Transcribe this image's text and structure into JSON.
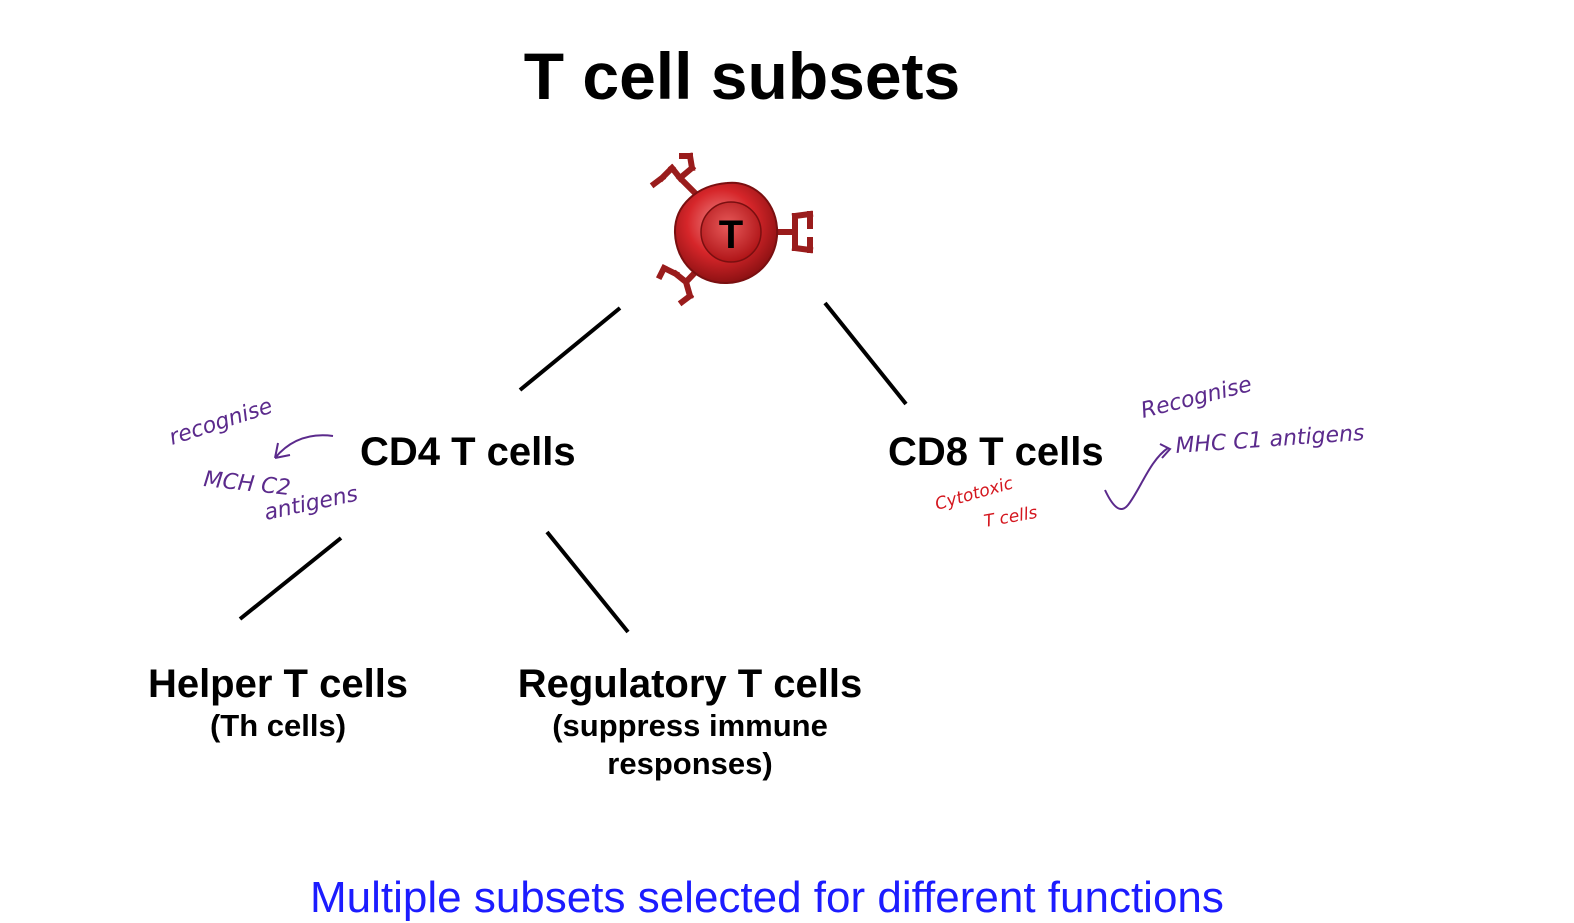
{
  "slide": {
    "title": "T cell subsets",
    "cell_label": "T",
    "footer": "Multiple subsets selected for different functions"
  },
  "nodes": {
    "cd4": {
      "label": "CD4 T cells"
    },
    "cd8": {
      "label": "CD8 T cells"
    },
    "helper": {
      "label": "Helper T cells",
      "sub": "(Th cells)"
    },
    "regulatory": {
      "label": "Regulatory T cells",
      "sub_line1": "(suppress immune",
      "sub_line2": "responses)"
    }
  },
  "annotations": {
    "cd4_note": {
      "line1": "recognise",
      "line2": "MCH C2",
      "line3": "antigens",
      "color": "#5b2a8c"
    },
    "cd8_note": {
      "line1": "Recognise",
      "line2": "MHC C1 antigens",
      "color": "#5b2a8c"
    },
    "cd8_cytotoxic": {
      "line1": "Cytotoxic",
      "line2": "T cells",
      "color": "#d4161e"
    }
  },
  "colors": {
    "cell_fill": "#d6262a",
    "receptor": "#8b1a1a",
    "footer": "#1c1cff"
  }
}
